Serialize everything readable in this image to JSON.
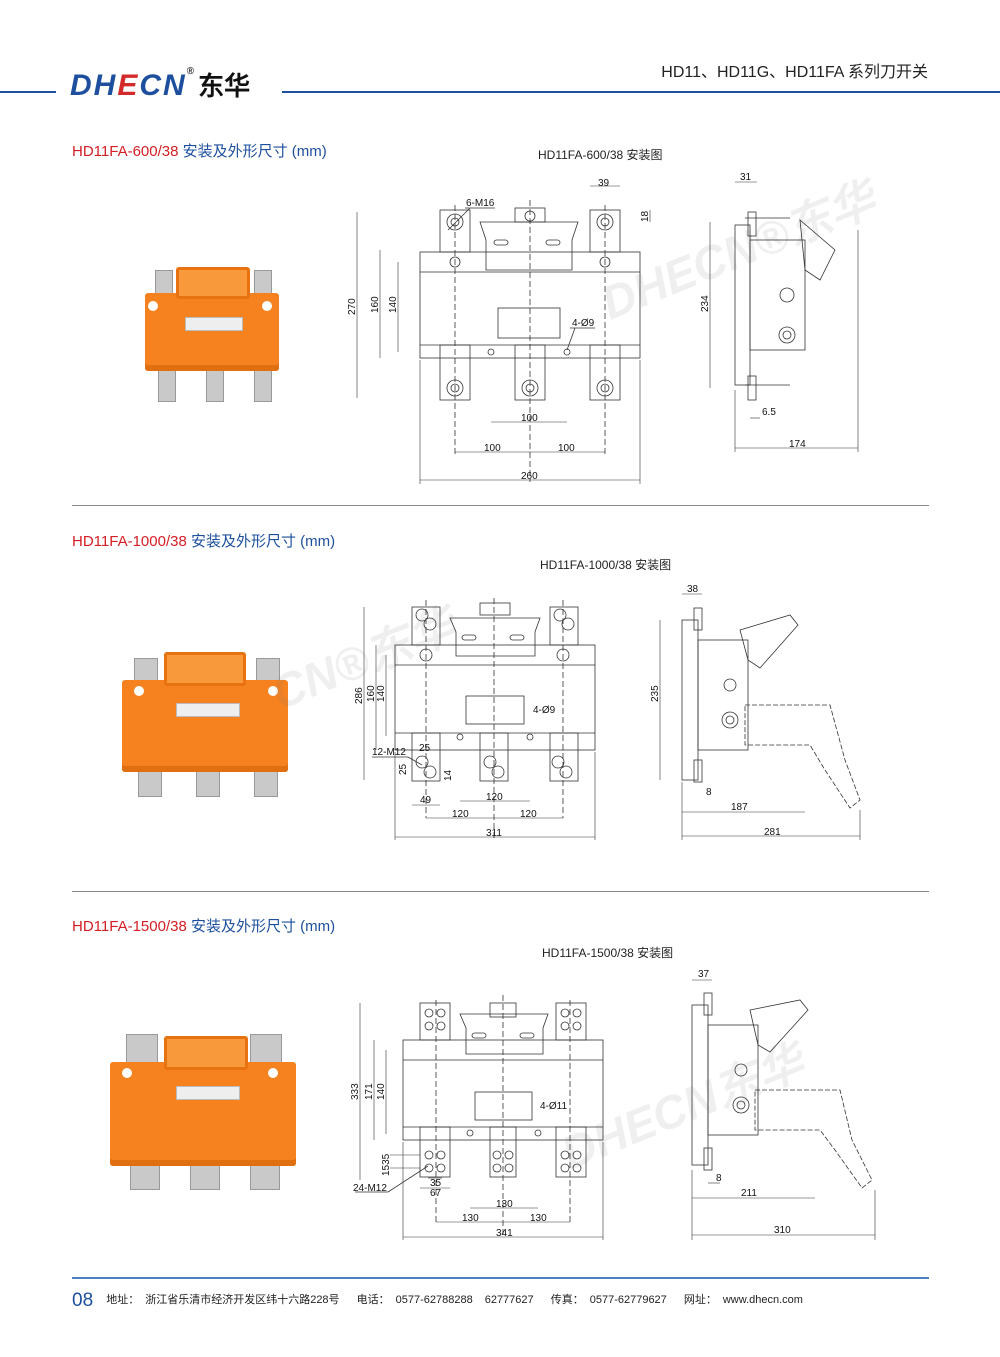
{
  "header": {
    "brand_prefix": "DH",
    "brand_e": "E",
    "brand_suffix": "CN",
    "reg": "®",
    "brand_cn": "东华",
    "series_title": "HD11、HD11G、HD11FA 系列刀开关"
  },
  "watermark": "DHECN®东华",
  "sections": [
    {
      "model": "HD11FA-600/38",
      "heading_suffix": " 安装及外形尺寸 (mm)",
      "drawing_title": "HD11FA-600/38 安装图",
      "dims": [
        "6-M16",
        "39",
        "18",
        "270",
        "160",
        "140",
        "4-Ø9",
        "100",
        "100",
        "100",
        "260",
        "31",
        "234",
        "6.5",
        "174"
      ]
    },
    {
      "model": "HD11FA-1000/38",
      "heading_suffix": " 安装及外形尺寸 (mm)",
      "drawing_title": "HD11FA-1000/38 安装图",
      "dims": [
        "286",
        "160",
        "140",
        "4-Ø9",
        "12-M12",
        "25",
        "25",
        "14",
        "49",
        "120",
        "120",
        "120",
        "311",
        "38",
        "235",
        "8",
        "187",
        "281"
      ]
    },
    {
      "model": "HD11FA-1500/38",
      "heading_suffix": " 安装及外形尺寸 (mm)",
      "drawing_title": "HD11FA-1500/38 安装图",
      "dims": [
        "333",
        "171",
        "140",
        "4-Ø11",
        "1535",
        "24-M12",
        "35",
        "67",
        "130",
        "130",
        "130",
        "341",
        "37",
        "8",
        "211",
        "310"
      ]
    }
  ],
  "footer": {
    "page": "08",
    "address_label": "地址：",
    "address": "浙江省乐清市经济开发区纬十六路228号",
    "phone_label": "电话：",
    "phone1": "0577-62788288",
    "phone2": "62777627",
    "fax_label": "传真：",
    "fax": "0577-62779627",
    "web_label": "网址：",
    "web": "www.dhecn.com"
  }
}
